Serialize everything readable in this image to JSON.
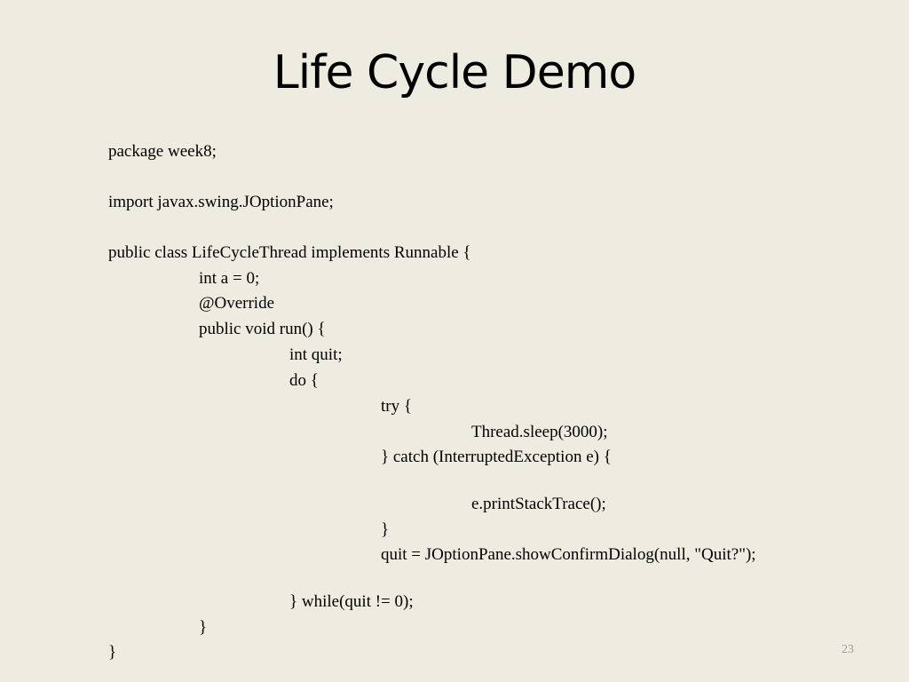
{
  "slide": {
    "title": "Life Cycle Demo",
    "page_number": "23",
    "code_lines": [
      "package week8;",
      "import javax.swing.JOptionPane;",
      "public class LifeCycleThread implements Runnable {",
      "int a = 0;",
      "@Override",
      "public void run() {",
      "int quit;",
      "do {",
      "try {",
      "Thread.sleep(3000);",
      "} catch (InterruptedException e) {",
      "e.printStackTrace();",
      "}",
      "quit = JOptionPane.showConfirmDialog(null, \"Quit?\");",
      "} while(quit != 0);",
      "}",
      "}"
    ]
  }
}
